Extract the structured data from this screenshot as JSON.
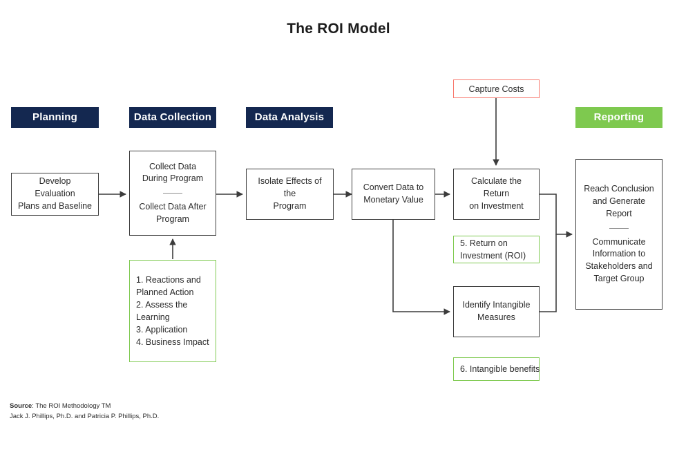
{
  "title": "The ROI Model",
  "colors": {
    "navy": "#142850",
    "green": "#7ec94f",
    "coral": "#f8766b",
    "box_border": "#3c3c3c",
    "text": "#2b2b2b",
    "background": "#ffffff"
  },
  "phases": [
    {
      "label": "Planning",
      "style": "navy"
    },
    {
      "label": "Data Collection",
      "style": "navy"
    },
    {
      "label": "Data Analysis",
      "style": "navy"
    },
    {
      "label": "Reporting",
      "style": "green"
    }
  ],
  "nodes": {
    "develop_plans": {
      "lines": [
        "Develop",
        "Evaluation",
        "Plans and Baseline"
      ]
    },
    "collect_data": {
      "top": [
        "Collect Data",
        "During Program"
      ],
      "bottom": [
        "Collect Data After",
        "Program"
      ],
      "divider": true
    },
    "isolate_effects": {
      "lines": [
        "Isolate Effects of the",
        "Program"
      ]
    },
    "convert_data": {
      "lines": [
        "Convert Data to",
        "Monetary Value"
      ]
    },
    "calculate_roi": {
      "lines": [
        "Calculate the Return",
        "on Investment"
      ]
    },
    "identify_intangible": {
      "lines": [
        "Identify Intangible",
        "Measures"
      ]
    },
    "reach_conclusion": {
      "top": [
        "Reach Conclusion",
        "and Generate",
        "Report"
      ],
      "bottom": [
        "Communicate",
        "Information to",
        "Stakeholders and",
        "Target Group"
      ],
      "divider": true
    }
  },
  "notes": {
    "levels_list": {
      "lines": [
        "1. Reactions and",
        "Planned Action",
        "2. Assess the",
        "Learning",
        "3. Application",
        "4. Business Impact"
      ]
    },
    "roi_note": {
      "lines": [
        "5. Return on",
        "Investment (ROI)"
      ]
    },
    "intangible_note": {
      "lines": [
        "6. Intangible benefits"
      ]
    }
  },
  "cost_box": {
    "label": "Capture Costs"
  },
  "source": {
    "label": "Source",
    "line1_rest": ": The ROI Methodology TM",
    "line2": "Jack J. Phillips, Ph.D. and Patricia P. Phillips, Ph.D."
  },
  "diagram_data": {
    "type": "flowchart",
    "title": "The ROI Model",
    "phases": [
      "Planning",
      "Data Collection",
      "Data Analysis",
      "Reporting"
    ],
    "steps": [
      "Develop Evaluation Plans and Baseline",
      "Collect Data During Program / Collect Data After Program",
      "Isolate Effects of the Program",
      "Convert Data to Monetary Value",
      "Calculate the Return on Investment",
      "Identify Intangible Measures",
      "Reach Conclusion and Generate Report / Communicate Information to Stakeholders and Target Group"
    ],
    "inputs": [
      "Capture Costs"
    ],
    "evaluation_levels": [
      "1. Reactions and Planned Action",
      "2. Assess the Learning",
      "3. Application",
      "4. Business Impact",
      "5. Return on Investment (ROI)",
      "6. Intangible benefits"
    ],
    "edges": [
      "Develop Evaluation Plans and Baseline -> Collect Data",
      "Levels 1-4 list -> Collect Data",
      "Collect Data -> Isolate Effects of the Program",
      "Isolate Effects of the Program -> Convert Data to Monetary Value",
      "Convert Data to Monetary Value -> Calculate the Return on Investment",
      "Convert Data to Monetary Value -> Identify Intangible Measures",
      "Capture Costs -> Calculate the Return on Investment",
      "Calculate the Return on Investment -> Reach Conclusion and Generate Report",
      "Identify Intangible Measures -> Reach Conclusion and Generate Report"
    ]
  }
}
